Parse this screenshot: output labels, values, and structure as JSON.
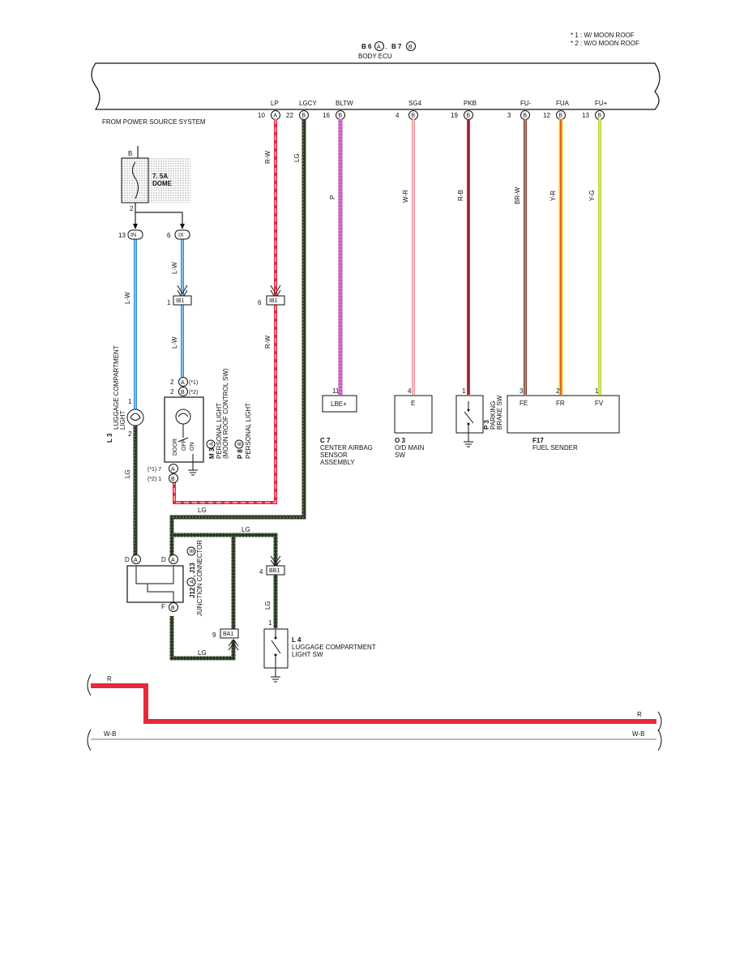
{
  "legend": {
    "note1": "* 1 : W/ MOON ROOF",
    "note2": "* 2 : W/O MOON ROOF"
  },
  "ecu": {
    "title_b6": "B 6",
    "conn_a": "A",
    "comma": ",",
    "title_b7": "B 7",
    "conn_b": "B",
    "name": "BODY ECU"
  },
  "power_source": "FROM POWER SOURCE SYSTEM",
  "ecu_terminals": [
    {
      "name": "LP",
      "pin": "10",
      "conn": "A"
    },
    {
      "name": "LGCY",
      "pin": "22",
      "conn": "B"
    },
    {
      "name": "BLTW",
      "pin": "16",
      "conn": "B"
    },
    {
      "name": "SG4",
      "pin": "4",
      "conn": "B"
    },
    {
      "name": "PKB",
      "pin": "19",
      "conn": "B"
    },
    {
      "name": "FU-",
      "pin": "3",
      "conn": "B"
    },
    {
      "name": "FUA",
      "pin": "12",
      "conn": "B"
    },
    {
      "name": "FU+",
      "pin": "13",
      "conn": "B"
    }
  ],
  "wire_labels": {
    "lp": "R-W",
    "lgcy": "LG",
    "bltw": "P",
    "sg4": "W-R",
    "pkb": "R-B",
    "fu_minus": "BR-W",
    "fua": "Y-R",
    "fu_plus": "Y-G",
    "lw": "L-W",
    "lg": "LG",
    "rw": "R-W",
    "r": "R",
    "wb": "W-B"
  },
  "wire_colors": {
    "red": "#e8283c",
    "pink": "#d46ad8",
    "blue": "#2f8fe0",
    "green": "#2a3a22",
    "brown": "#7a3a2a",
    "yellow": "#f2d21a",
    "yellow_green": "#b7d64a",
    "dark": "#222222"
  },
  "fuse": {
    "current": "7. 5A",
    "name": "DOME",
    "source_pin": "B",
    "out_pin": "2"
  },
  "connectors": {
    "in13": {
      "pin": "13",
      "name": "IN"
    },
    "ix6": {
      "pin": "6",
      "name": "IX"
    },
    "ib1_a": {
      "pin": "1",
      "name": "IB1"
    },
    "ib1_b": {
      "pin": "6",
      "name": "IB1"
    },
    "bb1": {
      "pin": "4",
      "name": "BB1"
    },
    "ba1": {
      "pin": "9",
      "name": "BA1"
    }
  },
  "luggage_light": {
    "id": "L 3",
    "name1": "LUGGAGE COMPARTMENT",
    "name2": "LIGHT",
    "pin_top": "1",
    "pin_bottom": "2"
  },
  "personal_light": {
    "pin_a": "2",
    "conn_a": "A",
    "note_a": "(*1)",
    "pin_b": "2",
    "conn_b": "B",
    "note_b": "(*2)",
    "sw_door": "DOOR",
    "sw_off": "OFF",
    "sw_on": "ON",
    "bot_a_note": "(*1) 7",
    "bot_a_conn": "A",
    "bot_b_note": "(*2) 1",
    "bot_b_conn": "B",
    "id_m3": "M 3",
    "id_m3_conn": "A",
    "name_m3a": "PERSONAL LIGHT",
    "name_m3b": "(MOON ROOF CONTROL SW)",
    "id_p8": "P 8",
    "id_p8_conn": "B",
    "name_p8": "PERSONAL LIGHT"
  },
  "airbag": {
    "pin": "11",
    "terminal": "LBE+",
    "id": "C 7",
    "name1": "CENTER AIRBAG",
    "name2": "SENSOR",
    "name3": "ASSEMBLY"
  },
  "od": {
    "pin": "4",
    "terminal": "E",
    "id": "O 3",
    "name1": "O/D MAIN",
    "name2": "SW"
  },
  "parking": {
    "pin": "1",
    "id": "P 3",
    "name1": "PARKING",
    "name2": "BRAKE SW"
  },
  "fuel": {
    "pins": [
      "3",
      "2",
      "1"
    ],
    "terminals": [
      "FE",
      "FR",
      "FV"
    ],
    "id": "F17",
    "name": "FUEL SENDER"
  },
  "junction": {
    "d1": "D",
    "d1_conn": "A",
    "d2": "D",
    "d2_conn": "A",
    "f": "F",
    "f_conn": "B",
    "id": "J12",
    "id_conn_a": "A",
    "id_sep": ", J13",
    "id_conn_b": "B",
    "name": "JUNCTION CONNECTOR"
  },
  "luggage_sw": {
    "pin": "1",
    "id": "L 4",
    "name1": "LUGGAGE COMPARTMENT",
    "name2": "LIGHT SW"
  }
}
